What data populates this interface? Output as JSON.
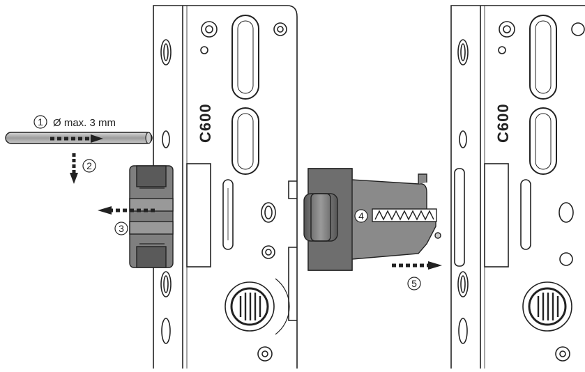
{
  "title": "",
  "steps": [
    {
      "number": "1",
      "text": "Ø max. 3 mm"
    },
    {
      "number": "2",
      "text": ""
    },
    {
      "number": "3",
      "text": ""
    },
    {
      "number": "4",
      "text": ""
    },
    {
      "number": "5",
      "text": ""
    }
  ],
  "plate_model_left": "C600",
  "plate_model_right": "C600",
  "colors": {
    "line": "#222222",
    "part_grey": "#7a7a7a",
    "part_dark": "#4e4e4e",
    "rod_grey": "#b4b4b4",
    "arrow": "#333333"
  },
  "icons": [
    "rod",
    "lock-plate",
    "roller-cam",
    "arrow-right",
    "arrow-down",
    "arrow-left"
  ]
}
